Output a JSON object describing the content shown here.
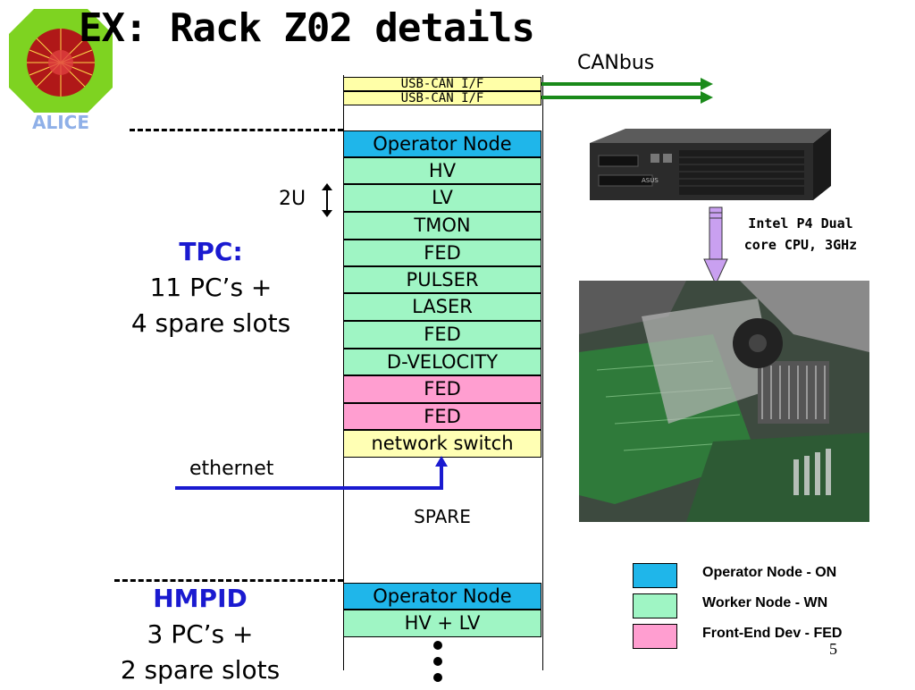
{
  "title": "EX: Rack Z02 details",
  "logo_text": "ALICE",
  "canbus_label": "CANbus",
  "usb_slots": [
    "USB-CAN I/F",
    "USB-CAN I/F"
  ],
  "tpc_slots": [
    {
      "label": "Operator Node",
      "type": "ON"
    },
    {
      "label": "HV",
      "type": "WN"
    },
    {
      "label": "LV",
      "type": "WN"
    },
    {
      "label": "TMON",
      "type": "WN"
    },
    {
      "label": "FED",
      "type": "WN"
    },
    {
      "label": "PULSER",
      "type": "WN"
    },
    {
      "label": "LASER",
      "type": "WN"
    },
    {
      "label": "FED",
      "type": "WN"
    },
    {
      "label": "D-VELOCITY",
      "type": "WN"
    },
    {
      "label": "FED",
      "type": "FED"
    },
    {
      "label": "FED",
      "type": "FED"
    },
    {
      "label": "network switch",
      "type": "SW"
    }
  ],
  "spare_label": "SPARE",
  "hmpid_slots": [
    {
      "label": "Operator Node",
      "type": "ON"
    },
    {
      "label": "HV + LV",
      "type": "WN"
    }
  ],
  "twou_label": "2U",
  "ethernet_label": "ethernet",
  "tpc": {
    "name": "TPC:",
    "line1": "11 PC’s +",
    "line2": "4 spare slots"
  },
  "hmpid": {
    "name": "HMPID",
    "line1": "3 PC’s +",
    "line2": "2 spare slots"
  },
  "cpu_caption": {
    "line1": "Intel P4 Dual",
    "line2": "core CPU, 3GHz"
  },
  "server_brand": "ASUS",
  "legend": [
    {
      "label": "Operator Node - ON",
      "color": "#1fb6ea"
    },
    {
      "label": "Worker Node - WN",
      "color": "#9ff5c4"
    },
    {
      "label": "Front-End Dev - FED",
      "color": "#ff9ed0"
    }
  ],
  "page_number": "5",
  "colors": {
    "on": "#1fb6ea",
    "wn": "#9ff5c4",
    "fed": "#ff9ed0",
    "switch": "#ffffb4",
    "usb": "#ffffa8",
    "arrow_green": "#1a8a1a",
    "ethernet_blue": "#1a1ad0",
    "cpu_arrow": "#c9a0f0"
  }
}
